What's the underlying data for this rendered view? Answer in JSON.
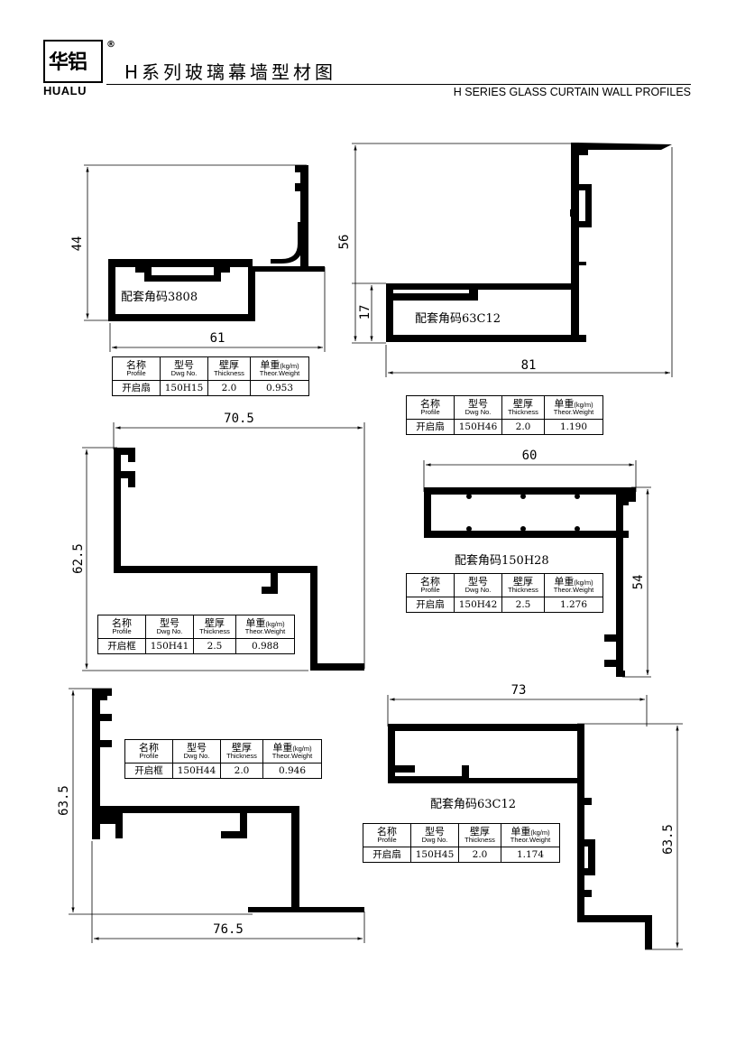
{
  "header": {
    "logo_cn": "华铝",
    "logo_en": "HUALU",
    "registered": "®",
    "title_cn": "H系列玻璃幕墙型材图",
    "title_en": "H SERIES GLASS CURTAIN WALL PROFILES"
  },
  "table_headers": {
    "profile_cn": "名称",
    "profile_en": "Profile",
    "dwg_cn": "型号",
    "dwg_en": "Dwg No.",
    "thick_cn": "壁厚",
    "thick_en": "Thickness",
    "weight_cn": "单重",
    "weight_unit": "(kg/m)",
    "weight_en": "Theor.Weight"
  },
  "profiles": [
    {
      "id": "150H15",
      "name": "开启扇",
      "dwg": "150H15",
      "thickness": "2.0",
      "weight": "0.953",
      "dims": [
        "44",
        "61"
      ],
      "note": "配套角码3808"
    },
    {
      "id": "150H46",
      "name": "开启扇",
      "dwg": "150H46",
      "thickness": "2.0",
      "weight": "1.190",
      "dims": [
        "56",
        "17",
        "81"
      ],
      "note": "配套角码63C12"
    },
    {
      "id": "150H41",
      "name": "开启框",
      "dwg": "150H41",
      "thickness": "2.5",
      "weight": "0.988",
      "dims": [
        "70.5",
        "62.5"
      ],
      "note": ""
    },
    {
      "id": "150H42",
      "name": "开启扇",
      "dwg": "150H42",
      "thickness": "2.5",
      "weight": "1.276",
      "dims": [
        "60",
        "54"
      ],
      "note": "配套角码150H28"
    },
    {
      "id": "150H44",
      "name": "开启框",
      "dwg": "150H44",
      "thickness": "2.0",
      "weight": "0.946",
      "dims": [
        "63.5",
        "76.5"
      ],
      "note": ""
    },
    {
      "id": "150H45",
      "name": "开启扇",
      "dwg": "150H45",
      "thickness": "2.0",
      "weight": "1.174",
      "dims": [
        "73",
        "63.5"
      ],
      "note": "配套角码63C12"
    }
  ],
  "colors": {
    "ink": "#000000",
    "paper": "#ffffff"
  }
}
